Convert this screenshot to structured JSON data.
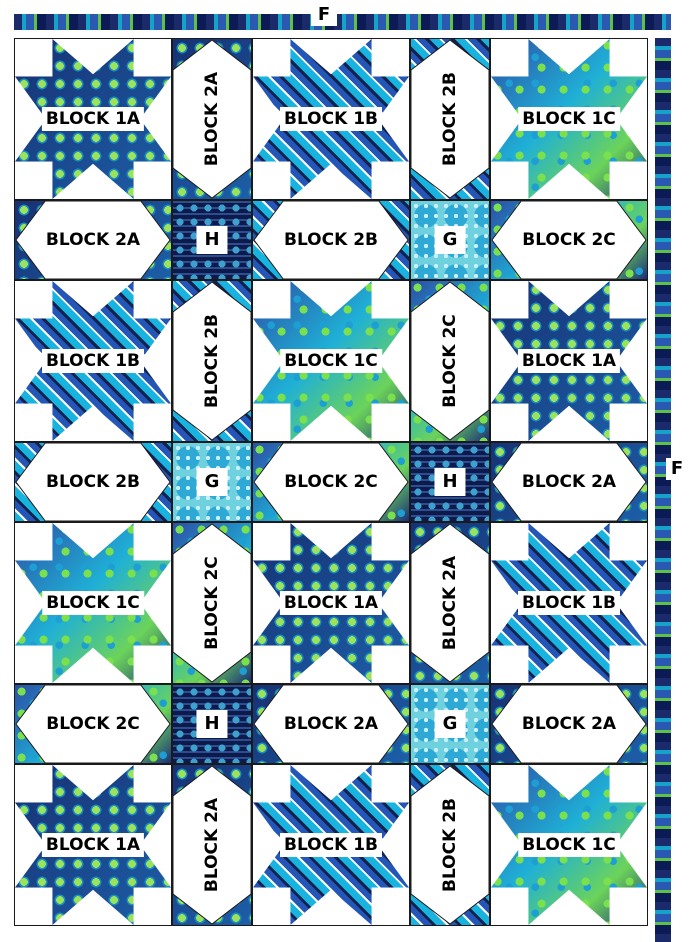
{
  "border": {
    "label_top": "F",
    "label_right": "F"
  },
  "rows": [
    {
      "kind": "star",
      "blocks": [
        {
          "label": "BLOCK 1A",
          "type": "star",
          "fabric": "dots"
        },
        {
          "label": "BLOCK 2A",
          "type": "vert",
          "fabric": "dots"
        },
        {
          "label": "BLOCK 1B",
          "type": "star",
          "fabric": "feather"
        },
        {
          "label": "BLOCK 2B",
          "type": "vert",
          "fabric": "feather"
        },
        {
          "label": "BLOCK 1C",
          "type": "star",
          "fabric": "green"
        }
      ]
    },
    {
      "kind": "sash",
      "blocks": [
        {
          "label": "BLOCK 2A",
          "type": "hex",
          "fabric": "dots"
        },
        {
          "label": "H",
          "type": "square",
          "fabric": "sq-dark"
        },
        {
          "label": "BLOCK 2B",
          "type": "hex",
          "fabric": "feather"
        },
        {
          "label": "G",
          "type": "square",
          "fabric": "sq-light"
        },
        {
          "label": "BLOCK 2C",
          "type": "hex",
          "fabric": "green"
        }
      ]
    },
    {
      "kind": "star",
      "blocks": [
        {
          "label": "BLOCK 1B",
          "type": "star",
          "fabric": "feather"
        },
        {
          "label": "BLOCK 2B",
          "type": "vert",
          "fabric": "feather"
        },
        {
          "label": "BLOCK 1C",
          "type": "star",
          "fabric": "green"
        },
        {
          "label": "BLOCK 2C",
          "type": "vert",
          "fabric": "green"
        },
        {
          "label": "BLOCK 1A",
          "type": "star",
          "fabric": "dots"
        }
      ]
    },
    {
      "kind": "sash",
      "blocks": [
        {
          "label": "BLOCK 2B",
          "type": "hex",
          "fabric": "feather"
        },
        {
          "label": "G",
          "type": "square",
          "fabric": "sq-light"
        },
        {
          "label": "BLOCK 2C",
          "type": "hex",
          "fabric": "green"
        },
        {
          "label": "H",
          "type": "square",
          "fabric": "sq-dark"
        },
        {
          "label": "BLOCK 2A",
          "type": "hex",
          "fabric": "dots"
        }
      ]
    },
    {
      "kind": "star",
      "blocks": [
        {
          "label": "BLOCK 1C",
          "type": "star",
          "fabric": "green"
        },
        {
          "label": "BLOCK 2C",
          "type": "vert",
          "fabric": "green"
        },
        {
          "label": "BLOCK 1A",
          "type": "star",
          "fabric": "dots"
        },
        {
          "label": "BLOCK 2A",
          "type": "vert",
          "fabric": "dots"
        },
        {
          "label": "BLOCK 1B",
          "type": "star",
          "fabric": "feather"
        }
      ]
    },
    {
      "kind": "sash",
      "blocks": [
        {
          "label": "BLOCK 2C",
          "type": "hex",
          "fabric": "green"
        },
        {
          "label": "H",
          "type": "square",
          "fabric": "sq-dark"
        },
        {
          "label": "BLOCK 2A",
          "type": "hex",
          "fabric": "dots"
        },
        {
          "label": "G",
          "type": "square",
          "fabric": "sq-light"
        },
        {
          "label": "BLOCK 2A",
          "type": "hex",
          "fabric": "dots"
        }
      ]
    },
    {
      "kind": "star",
      "blocks": [
        {
          "label": "BLOCK 1A",
          "type": "star",
          "fabric": "dots"
        },
        {
          "label": "BLOCK 2A",
          "type": "vert",
          "fabric": "dots"
        },
        {
          "label": "BLOCK 1B",
          "type": "star",
          "fabric": "feather"
        },
        {
          "label": "BLOCK 2B",
          "type": "vert",
          "fabric": "feather"
        },
        {
          "label": "BLOCK 1C",
          "type": "star",
          "fabric": "green"
        }
      ]
    }
  ]
}
